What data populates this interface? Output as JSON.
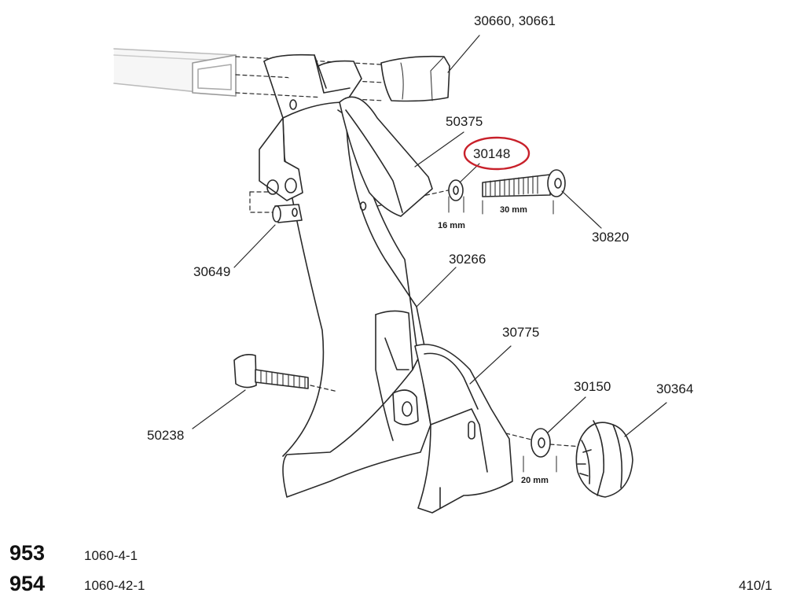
{
  "labels": {
    "p30660": "30660, 30661",
    "p50375": "50375",
    "p30148": "30148",
    "p30820": "30820",
    "p30649": "30649",
    "p30266": "30266",
    "p30775": "30775",
    "p30150": "30150",
    "p30364": "30364",
    "p50238": "50238"
  },
  "dimensions": {
    "washer_top": "16 mm",
    "bolt_length": "30 mm",
    "washer_bottom": "20 mm"
  },
  "highlight_color": "#c8202a",
  "footer": {
    "rows": [
      {
        "model": "953",
        "code": "1060-4-1"
      },
      {
        "model": "954",
        "code": "1060-42-1"
      }
    ],
    "page": "410/1"
  }
}
